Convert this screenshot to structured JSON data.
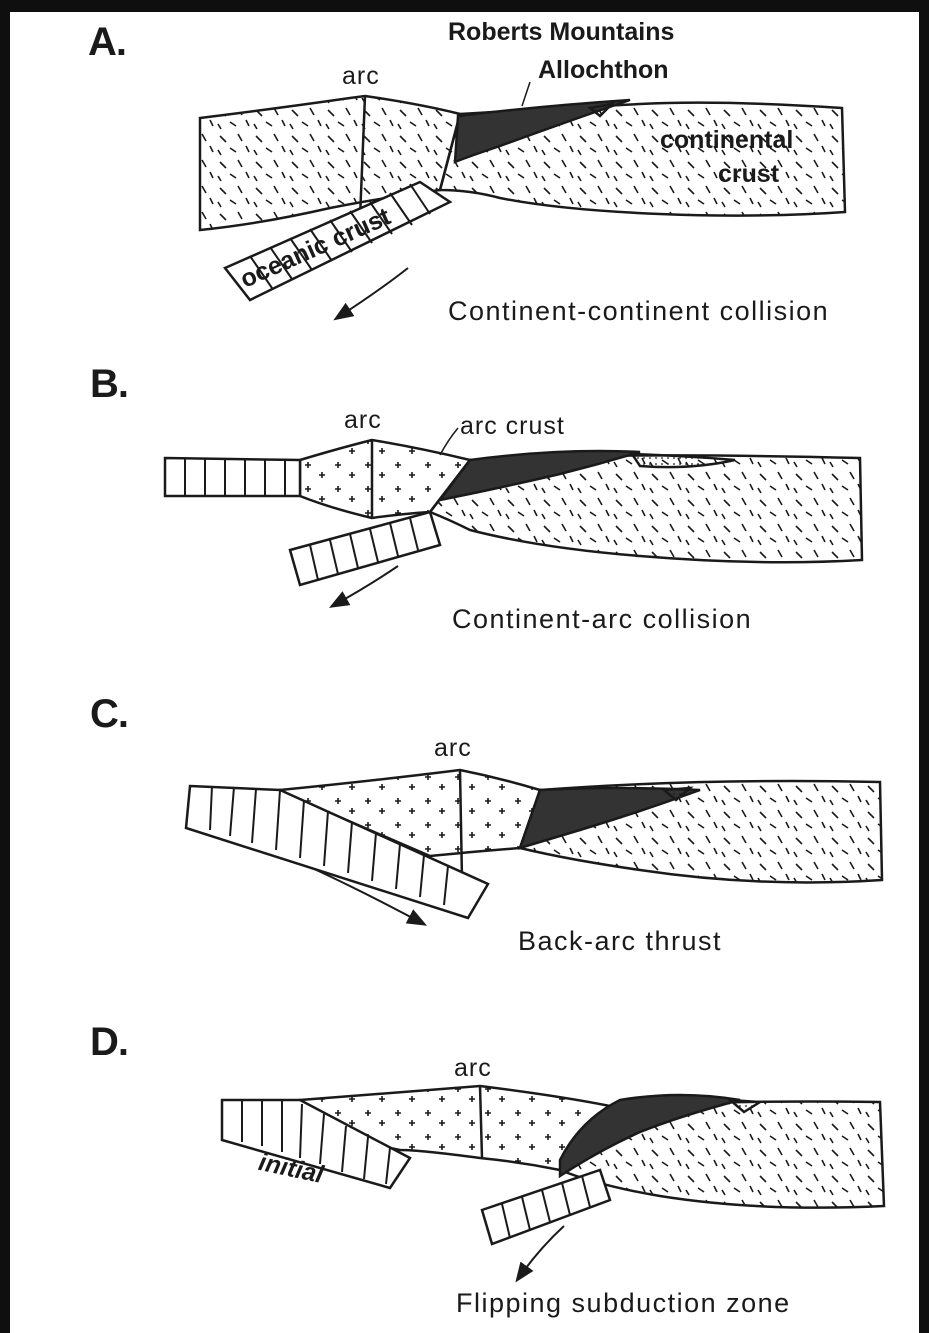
{
  "panels": [
    {
      "letter": "A.",
      "caption": "Continent-continent collision",
      "labels": {
        "arc": "arc",
        "allochthon_line1": "Roberts Mountains",
        "allochthon_line2": "Allochthon",
        "continental_line1": "continental",
        "continental_line2": "crust",
        "oceanic": "oceanic crust"
      }
    },
    {
      "letter": "B.",
      "caption": "Continent-arc collision",
      "labels": {
        "arc": "arc",
        "arc_crust": "arc crust"
      }
    },
    {
      "letter": "C.",
      "caption": "Back-arc thrust",
      "labels": {
        "arc": "arc"
      }
    },
    {
      "letter": "D.",
      "caption": "Flipping subduction zone",
      "labels": {
        "arc": "arc",
        "initial": "initial"
      }
    }
  ],
  "colors": {
    "ink": "#1a1a1a",
    "frame": "#0f0f0f",
    "allochthon_fill": "#333333",
    "background": "#ffffff"
  }
}
